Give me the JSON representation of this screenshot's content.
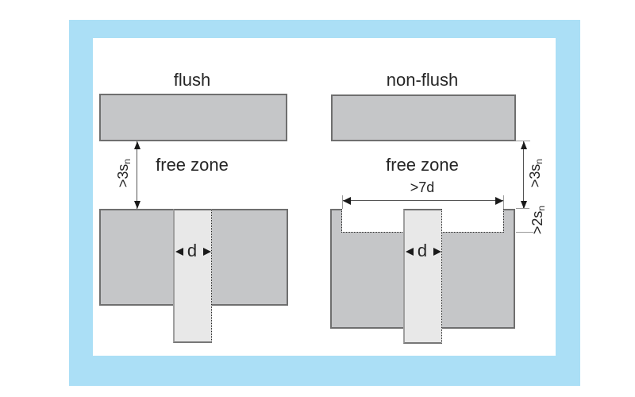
{
  "colors": {
    "frame": "#abdff6",
    "material_fill": "#c5c6c8",
    "material_border": "#6f6f6f",
    "sensor_fill": "#e8e8e8",
    "dimension_line": "#555555",
    "text": "#262626"
  },
  "flush": {
    "title": "flush",
    "free_zone": "free zone",
    "dim_3sn": {
      "text": ">3s",
      "sub": "n"
    },
    "dim_d": "d"
  },
  "nonflush": {
    "title": "non-flush",
    "free_zone": "free zone",
    "dim_7d": ">7d",
    "dim_3sn": {
      "text": ">3s",
      "sub": "n"
    },
    "dim_2sn": {
      "text": ">2s",
      "sub": "n"
    },
    "dim_d": "d"
  }
}
